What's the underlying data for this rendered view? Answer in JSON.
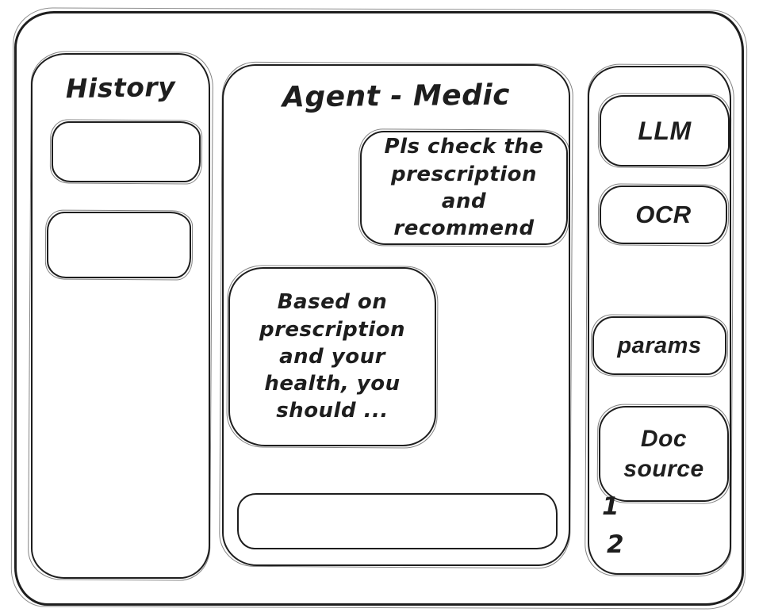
{
  "colors": {
    "ink": "#1e1e1e",
    "background": "#ffffff"
  },
  "history_panel": {
    "title": "History",
    "items": [
      {
        "label": ""
      },
      {
        "label": ""
      }
    ]
  },
  "chat_panel": {
    "title": "Agent - Medic",
    "messages": [
      {
        "role": "user",
        "text": "Pls check the prescription and recommend"
      },
      {
        "role": "assistant",
        "text": "Based on prescription and your health, you should ..."
      }
    ],
    "input": {
      "value": "",
      "placeholder": ""
    }
  },
  "tools_panel": {
    "buttons": [
      {
        "label": "LLM"
      },
      {
        "label": "OCR"
      },
      {
        "label": "params"
      },
      {
        "label": "Doc source"
      }
    ],
    "doc_sources": [
      "1",
      "2"
    ]
  }
}
